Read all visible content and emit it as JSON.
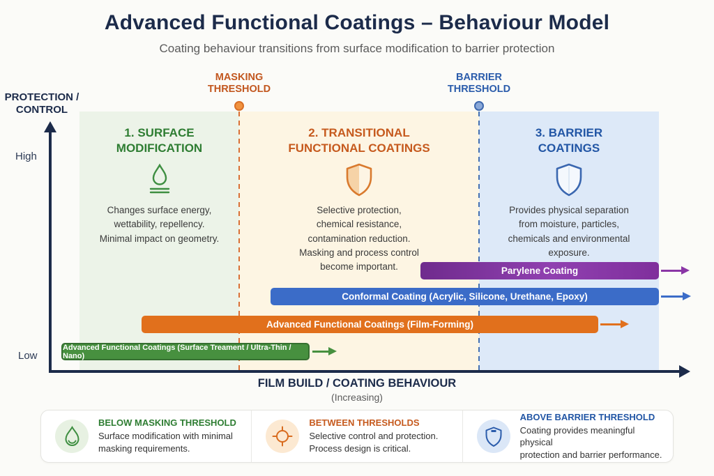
{
  "title": "Advanced Functional Coatings – Behaviour Model",
  "subtitle": "Coating behaviour transitions from surface modification to barrier protection",
  "y_axis": {
    "label": "PROTECTION /\nCONTROL",
    "high": "High",
    "low": "Low"
  },
  "x_axis": {
    "label": "FILM BUILD / COATING BEHAVIOUR",
    "sublabel": "(Increasing)"
  },
  "thresholds": {
    "masking": {
      "label": "MASKING\nTHRESHOLD",
      "color": "#c2571f"
    },
    "barrier": {
      "label": "BARRIER\nTHRESHOLD",
      "color": "#2b5cab"
    }
  },
  "zones": [
    {
      "title": "1. SURFACE\nMODIFICATION",
      "icon": "droplet-on-surface-icon",
      "description": "Changes surface energy,\nwettability, repellency.\nMinimal impact on geometry.",
      "accent": "#2e7d32",
      "bg": "#ecf3e8"
    },
    {
      "title": "2. TRANSITIONAL\nFUNCTIONAL COATINGS",
      "icon": "shield-half-icon",
      "description": "Selective protection,\nchemical resistance,\ncontamination reduction.\nMasking and process control\nbecome important.",
      "accent": "#c65a1e",
      "bg": "#fdf5e3"
    },
    {
      "title": "3. BARRIER\nCOATINGS",
      "icon": "shield-outline-icon",
      "description": "Provides physical separation\nfrom moisture, particles,\nchemicals and environmental\nexposure.",
      "accent": "#2256a5",
      "bg": "#dde9f8"
    }
  ],
  "bars": [
    {
      "label": "Parylene Coating",
      "color": "#8a36a6"
    },
    {
      "label": "Conformal Coating (Acrylic, Silicone, Urethane, Epoxy)",
      "color": "#3b6cc8"
    },
    {
      "label": "Advanced Functional Coatings (Film-Forming)",
      "color": "#e1701c"
    },
    {
      "label": "Advanced Functional Coatings (Surface Treament / Ultra-Thin / Nano)",
      "color": "#47903f"
    }
  ],
  "legend": [
    {
      "title": "BELOW MASKING THRESHOLD",
      "description": "Surface modification with minimal\nmasking requirements.",
      "icon": "droplet-icon",
      "accent": "#2e7d32"
    },
    {
      "title": "BETWEEN THRESHOLDS",
      "description": "Selective control and protection.\nProcess design is critical.",
      "icon": "target-icon",
      "accent": "#c65a1e"
    },
    {
      "title": "ABOVE BARRIER THRESHOLD",
      "description": "Coating provides meaningful physical\nprotection and barrier performance.",
      "icon": "shield-icon",
      "accent": "#2256a5"
    }
  ]
}
